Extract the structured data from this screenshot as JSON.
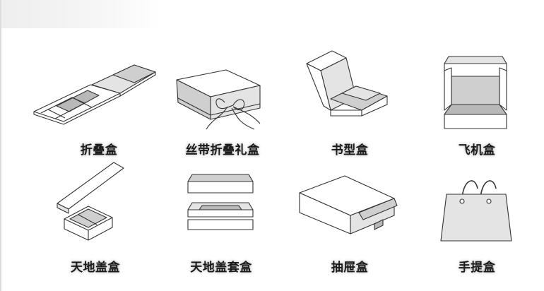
{
  "boxes": [
    {
      "label": "折叠盒",
      "icon": "folding-box-icon"
    },
    {
      "label": "丝带折叠礼盒",
      "icon": "ribbon-folding-gift-box-icon"
    },
    {
      "label": "书型盒",
      "icon": "book-box-icon"
    },
    {
      "label": "飞机盒",
      "icon": "airplane-box-icon"
    },
    {
      "label": "天地盖盒",
      "icon": "lid-and-base-box-icon"
    },
    {
      "label": "天地盖套盒",
      "icon": "lid-base-sleeve-box-icon"
    },
    {
      "label": "抽屉盒",
      "icon": "drawer-box-icon"
    },
    {
      "label": "手提盒",
      "icon": "handbag-box-icon"
    }
  ]
}
